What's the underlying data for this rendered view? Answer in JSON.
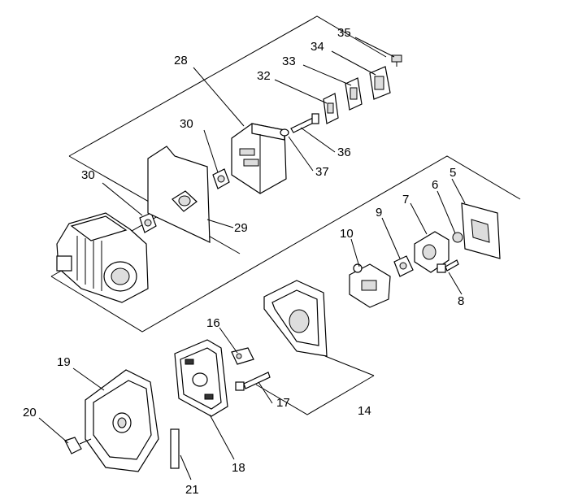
{
  "callouts": {
    "c5": "5",
    "c6": "6",
    "c7": "7",
    "c8": "8",
    "c9": "9",
    "c10": "10",
    "c14": "14",
    "c16": "16",
    "c17": "17",
    "c18": "18",
    "c19": "19",
    "c20": "20",
    "c21": "21",
    "c28": "28",
    "c29": "29",
    "c30a": "30",
    "c30b": "30",
    "c32": "32",
    "c33": "33",
    "c34": "34",
    "c35": "35",
    "c36": "36",
    "c37": "37"
  }
}
